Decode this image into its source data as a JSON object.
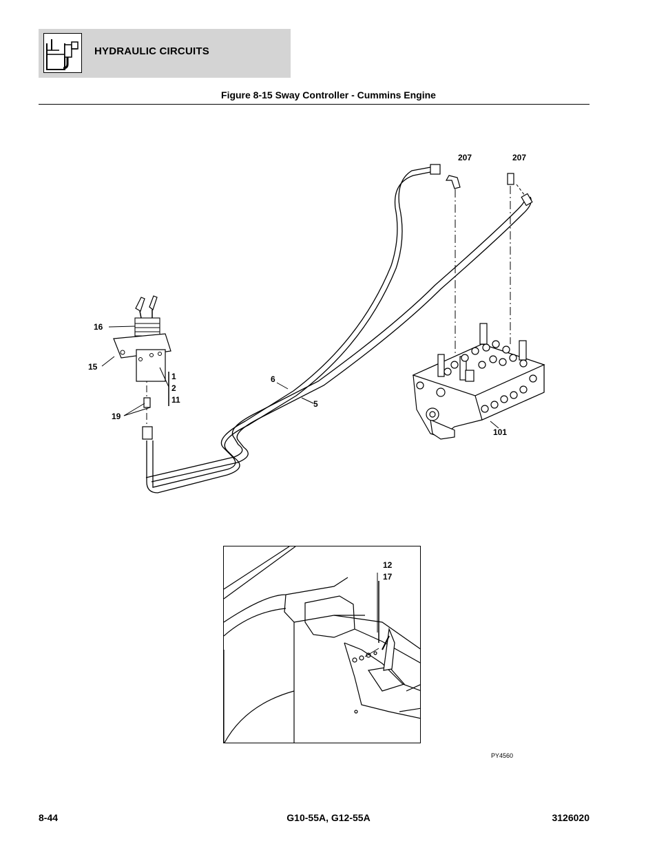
{
  "header": {
    "section_title": "HYDRAULIC CIRCUITS",
    "icon": "hydraulic-reservoir-icon",
    "band_color": "#d4d4d4"
  },
  "figure": {
    "title": "Figure 8-15 Sway Controller - Cummins Engine",
    "callouts": {
      "c207a": "207",
      "c207b": "207",
      "c16": "16",
      "c15": "15",
      "c1": "1",
      "c2": "2",
      "c11": "11",
      "c19": "19",
      "c6": "6",
      "c5": "5",
      "c101": "101",
      "c12": "12",
      "c17": "17"
    },
    "reference": "PY4560"
  },
  "footer": {
    "page": "8-44",
    "model": "G10-55A, G12-55A",
    "doc_number": "3126020"
  }
}
